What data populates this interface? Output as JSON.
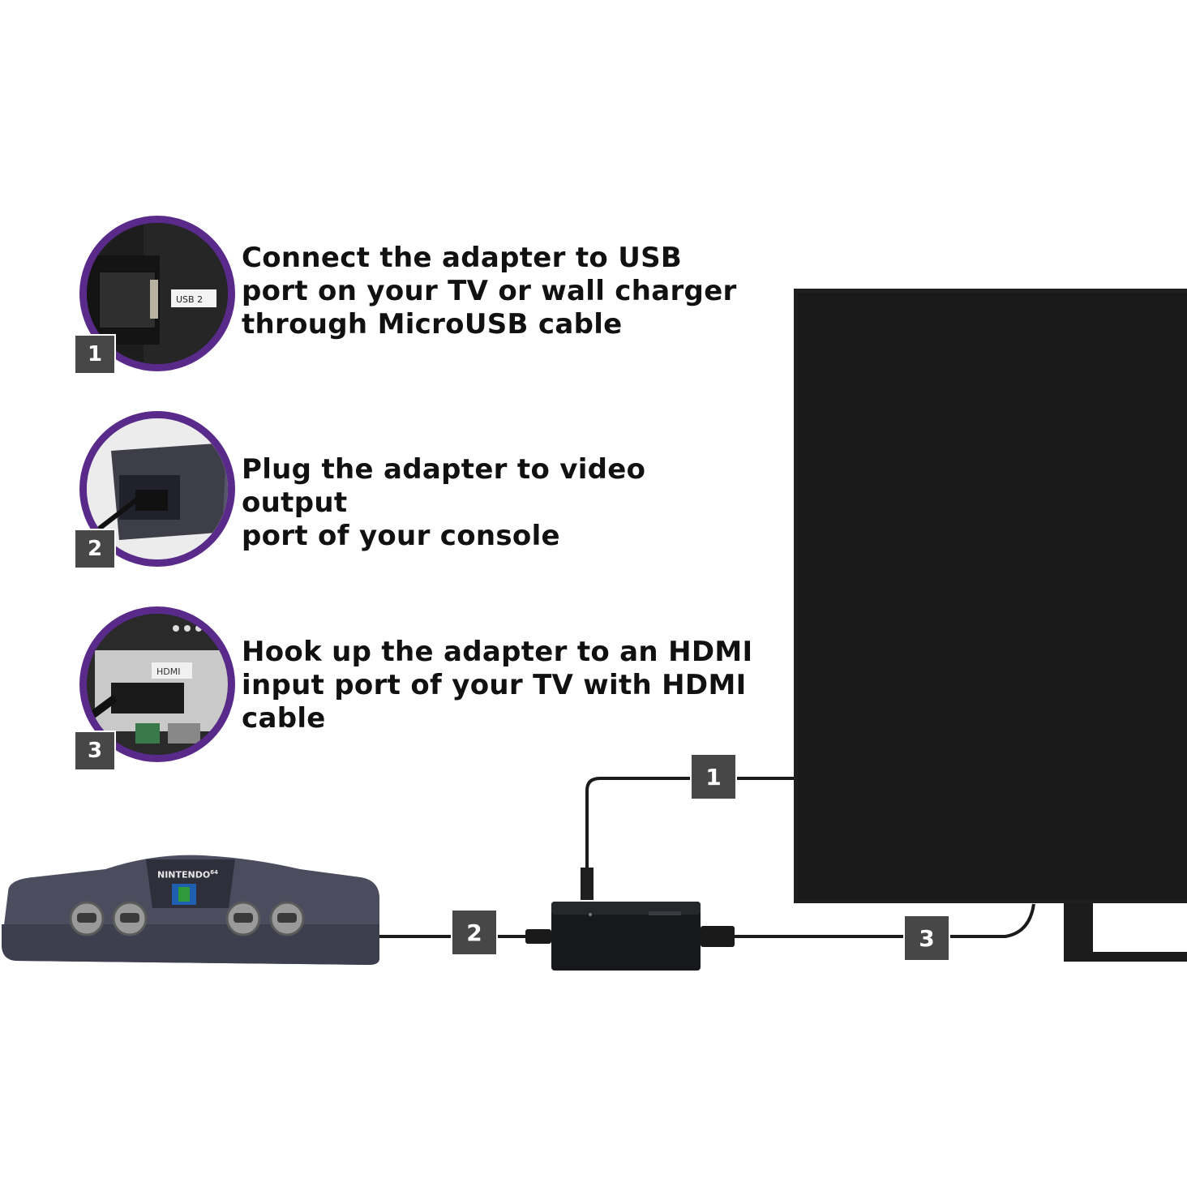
{
  "steps": [
    {
      "number": "1",
      "text": "Connect the adapter to USB\nport on your TV or wall charger\nthrough MicroUSB cable",
      "thumb_label": "USB 2"
    },
    {
      "number": "2",
      "text": "Plug the adapter to video output\nport of your console"
    },
    {
      "number": "3",
      "text": "Hook up the adapter to an HDMI\ninput port of your TV with HDMI\ncable",
      "thumb_label": "HDMI"
    }
  ],
  "diagram": {
    "console_logo": "NINTENDO",
    "console_logo_sup": "64",
    "badge_usb": "1",
    "badge_console": "2",
    "badge_hdmi": "3"
  },
  "colors": {
    "ring": "#5a2a8a",
    "badge": "#474747",
    "tv_screen": "#1c1c1c",
    "console": "#4a4c5e"
  }
}
